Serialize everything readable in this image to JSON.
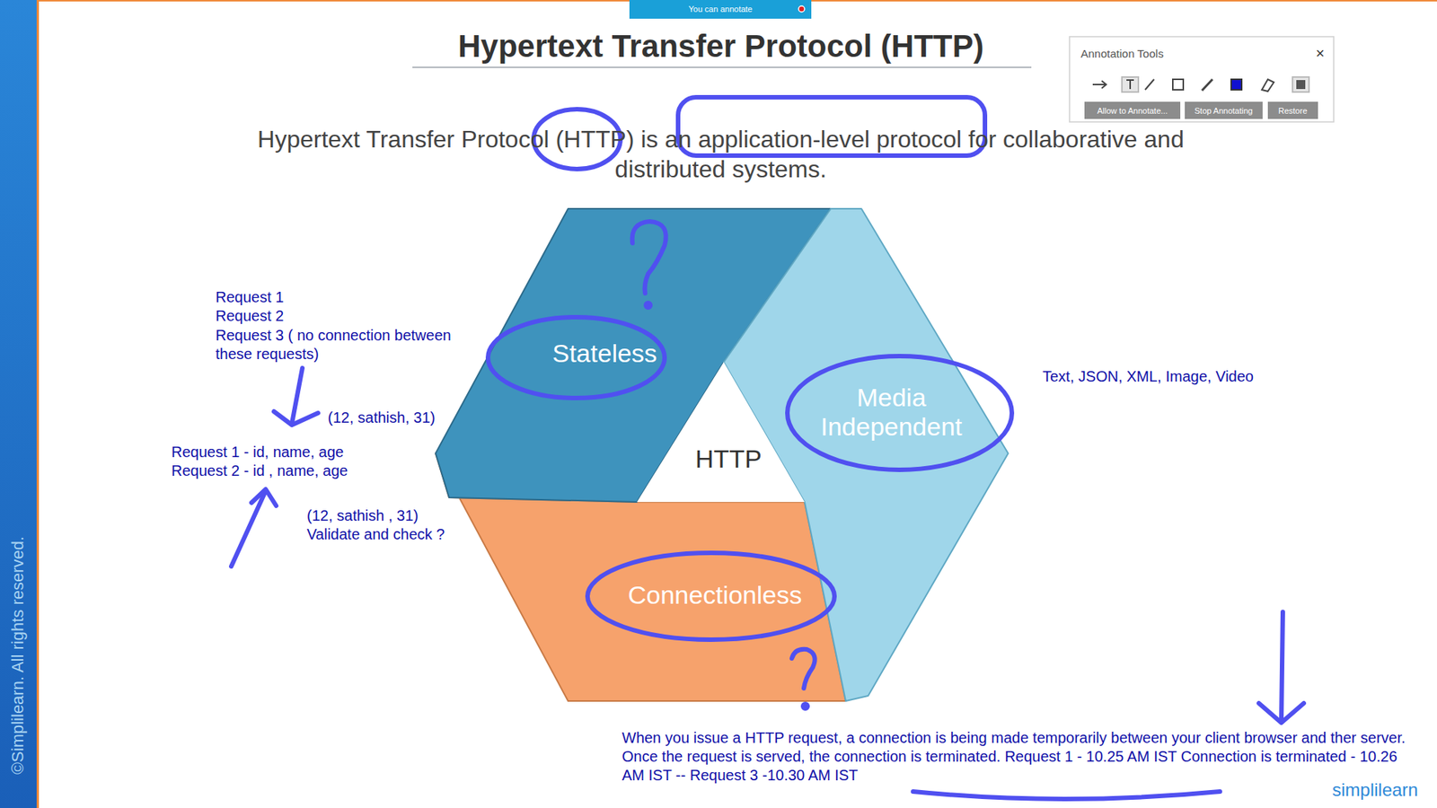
{
  "diagram": {
    "title": "Hypertext Transfer Protocol (HTTP)",
    "nodes": [
      {
        "text": [
          "Stateless"
        ]
      },
      {
        "text": [
          "Media Independent"
        ]
      },
      {
        "text": [
          "Connectionless"
        ]
      },
      {
        "text": [
          "HTTP"
        ]
      }
    ],
    "labels": [
      "You can annotate",
      "Annotation Tools",
      "×",
      "Allow to Annotate...",
      "Stop Annotating",
      "Restore",
      "Hypertext Transfer Protocol (HTTP) is an application-level protocol for collaborative and distributed systems.",
      "Request 1",
      "Request 2",
      "Request 3 ( no connection between these requests)",
      "(12, sathish, 31)",
      "Request 1 - id, name, age",
      "Request 2 - id , name, age",
      "(12, sathish , 31)",
      "Validate and check ?",
      "Text, JSON, XML, Image, Video",
      "When you issue a HTTP request, a connection is being made temporarily between your client browser and ther server. Once the request is served, the connection is terminated. Request 1 - 10.25 AM IST Connection is terminated - 10.26 AM IST -- Request 3 -10.30 AM IST",
      "©Simplilearn. All rights reserved.",
      "simplilearn"
    ]
  }
}
